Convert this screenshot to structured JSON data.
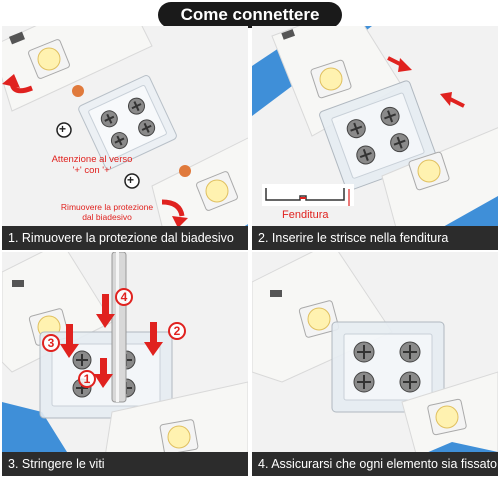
{
  "title": "Come connettere",
  "panels": [
    {
      "caption": "1. Rimuovere la protezione  dal biadesivo",
      "note_verso": "Attenzione al verso\n'+' con '+'",
      "note_rimuovere": "Rimuovere la protezione\ndal biadesivo",
      "polarity_marks": [
        "+",
        "+"
      ]
    },
    {
      "caption": "2. Inserire le strisce nella fenditura",
      "slot_label": "Fenditura"
    },
    {
      "caption": "3. Stringere le viti",
      "step_numbers": [
        "4",
        "2",
        "3",
        "1"
      ]
    },
    {
      "caption": "4. Assicurarsi che ogni elemento sia fissato"
    }
  ],
  "colors": {
    "accent_red": "#e0221f",
    "caption_bg": "#2c2c2c",
    "title_bg": "#1a1a1a",
    "strip_white": "#f7f7f5",
    "tape_blue": "#3f8fd8",
    "led_warm": "#fff2b0"
  }
}
